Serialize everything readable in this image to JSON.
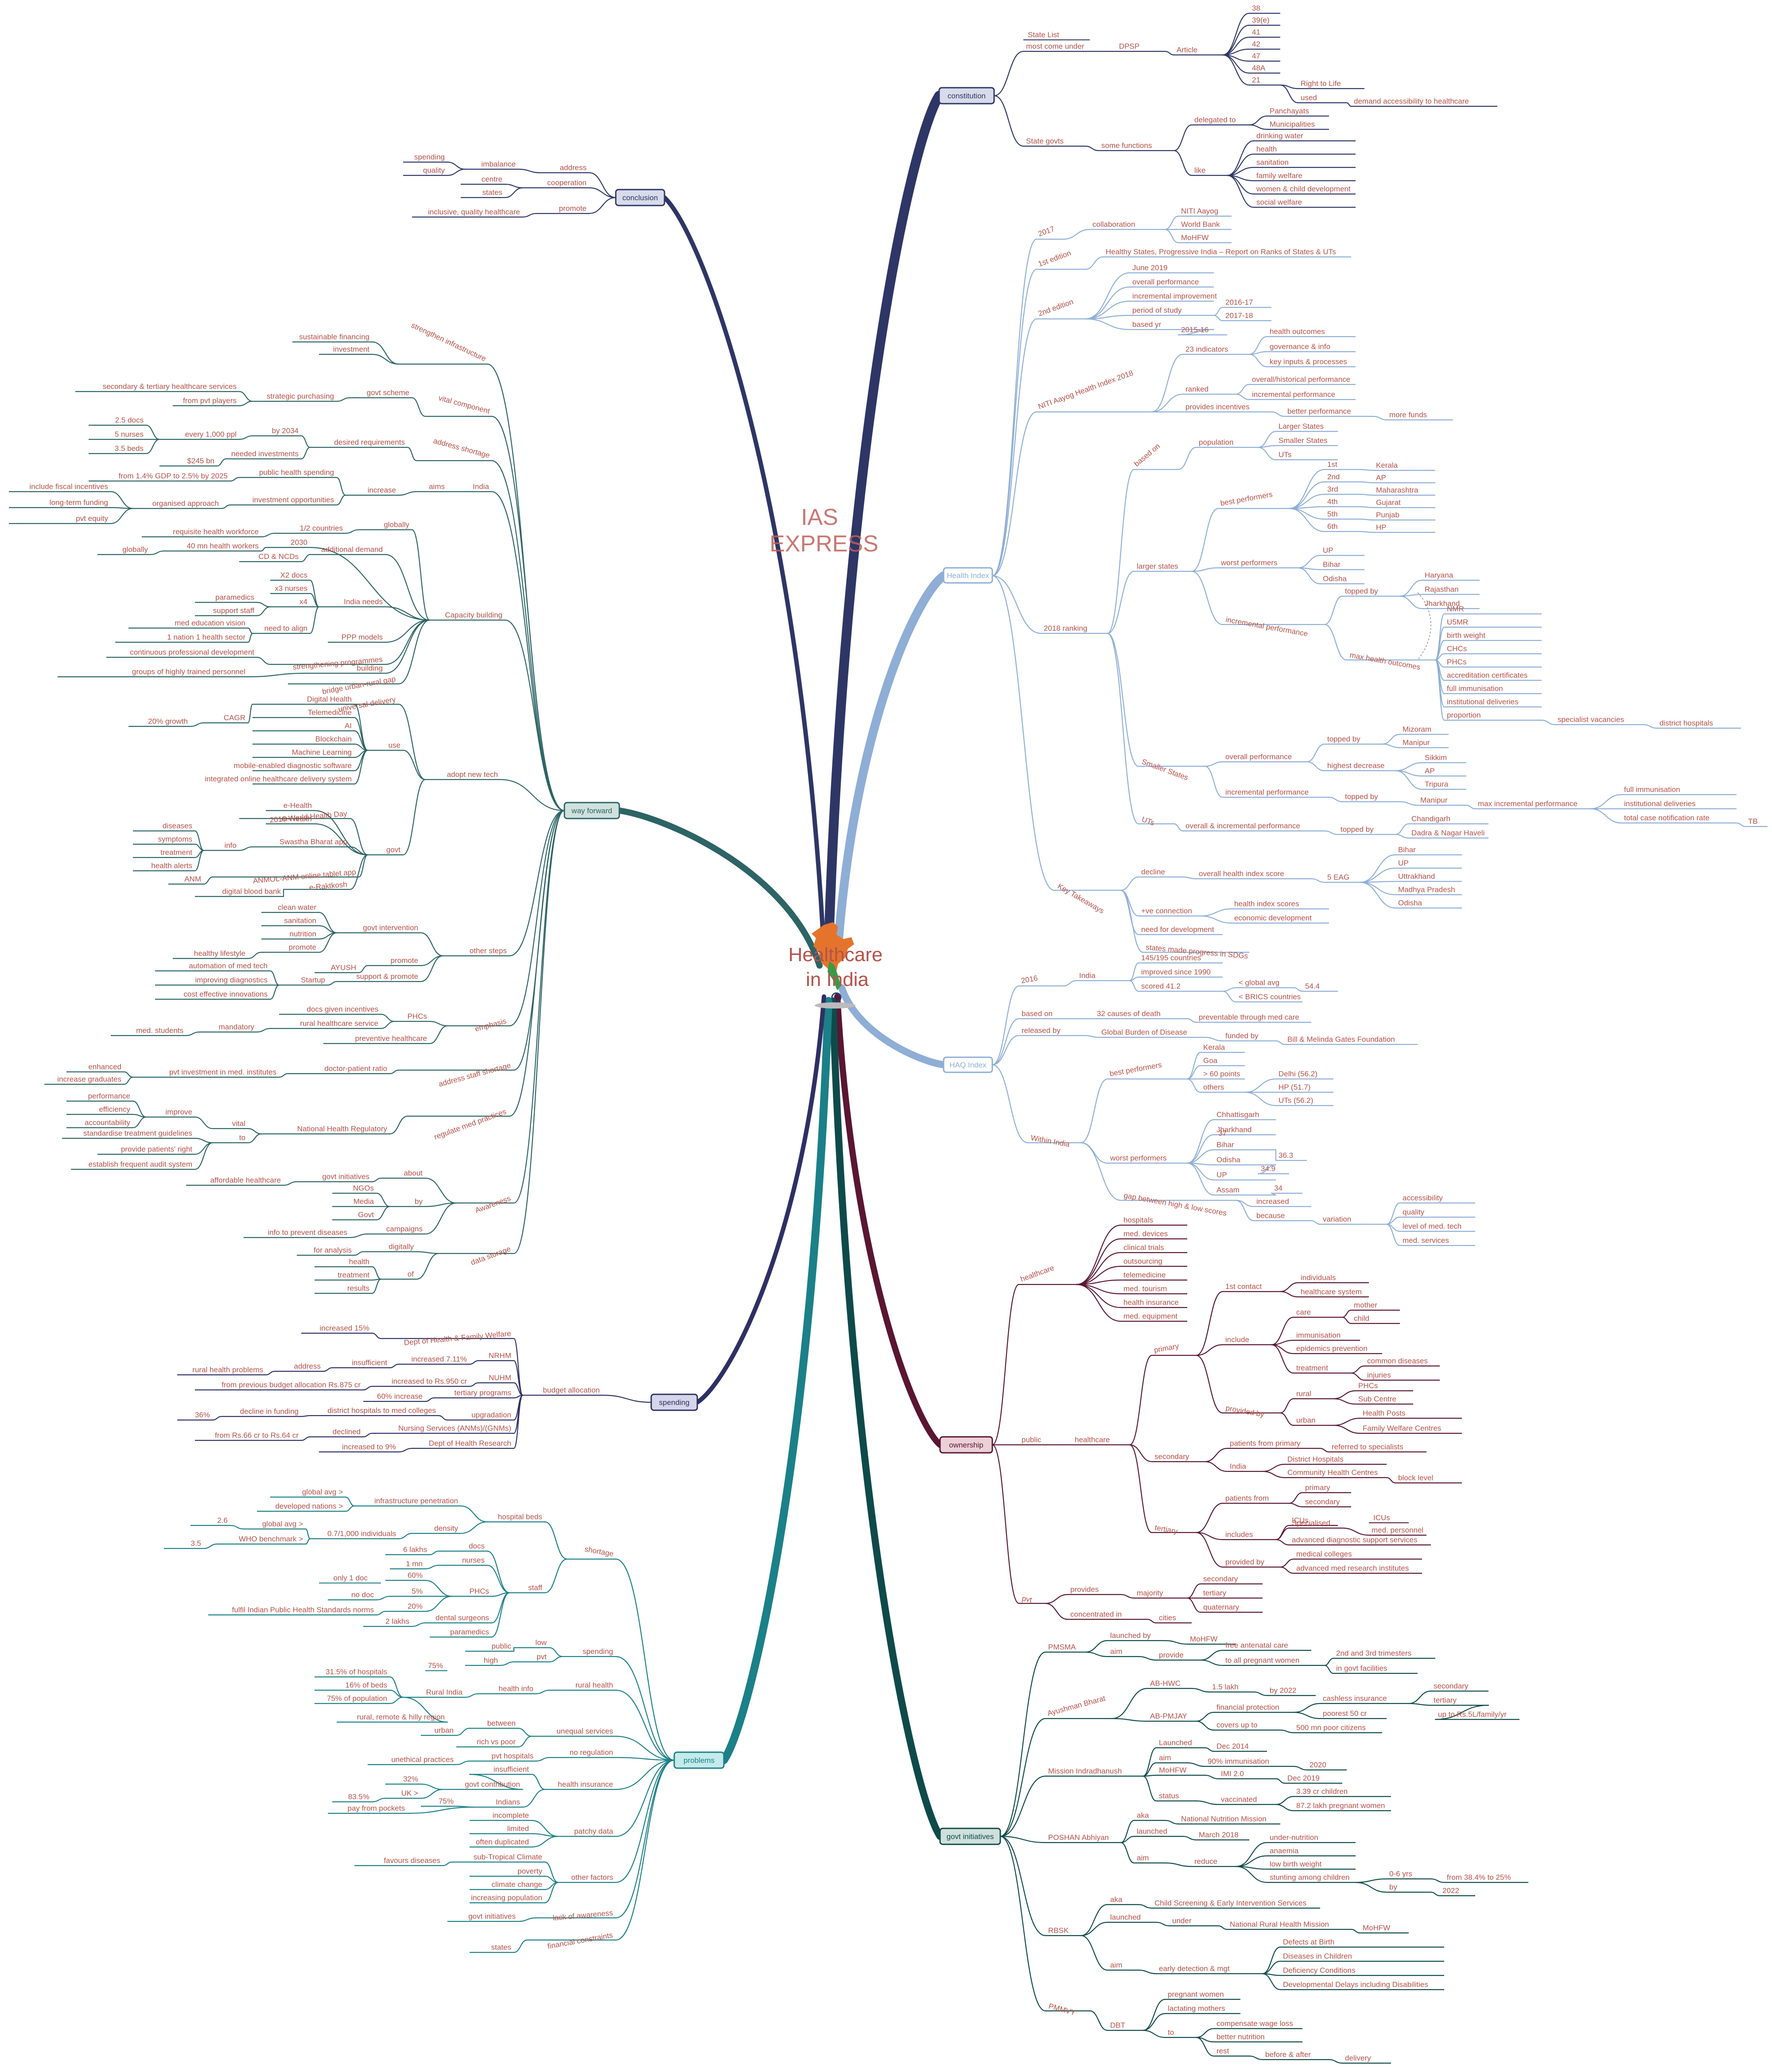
{
  "center": {
    "label_line1": "Healthcare",
    "label_line2": "in India",
    "watermark_line1": "IAS",
    "watermark_line2": "EXPRESS"
  },
  "colors": {
    "constitution": "#2e3666",
    "health_index": "#8eaed6",
    "haq": "#8eaed6",
    "ownership": "#5a1632",
    "govt": "#0f4a4a",
    "problems": "#1b8088",
    "spending": "#2e3064",
    "way": "#2d6465",
    "conclusion": "#2e3666",
    "text": "#b5524a"
  },
  "branches": {
    "constitution": {
      "label": "constitution",
      "state_list": "State List",
      "most_come_under": "most come under",
      "dpsp": "DPSP",
      "article": "Article",
      "articles": [
        "38",
        "39(e)",
        "41",
        "42",
        "47",
        "48A",
        "21"
      ],
      "right_to_life": "Right to Life",
      "used": "used",
      "demand": "demand accessibility to healthcare",
      "state_govts": "State govts",
      "some_functions": "some functions",
      "delegated_to": "delegated to",
      "delegated": [
        "Panchayats",
        "Municipalities"
      ],
      "like": "like",
      "functions": [
        "drinking water",
        "health",
        "sanitation",
        "family welfare",
        "women & child development",
        "social welfare"
      ]
    },
    "health_index": {
      "label": "Health Index",
      "y2017": "2017",
      "collaboration": "collaboration",
      "collab": [
        "NITI Aayog",
        "World Bank",
        "MoHFW"
      ],
      "first_edition": "1st edition",
      "report": "Healthy States, Progressive India – Report on Ranks of States & UTs",
      "second_edition": "2nd edition",
      "second_items": [
        "June 2019",
        "overall performance",
        "incremental improvement",
        "period of study",
        "based yr"
      ],
      "period": [
        "2016-17",
        "2017-18"
      ],
      "based_yr": "2015-16",
      "niti_index": "NITI Aayog Health Index 2018",
      "indicators": "23 indicators",
      "indicator_items": [
        "health outcomes",
        "governance & info",
        "key inputs & processes"
      ],
      "ranked": "ranked",
      "ranked_items": [
        "overall/historical performance",
        "incremental performance"
      ],
      "provides_incentives": "provides incentives",
      "better_performance": "better performance",
      "more_funds": "more funds",
      "ranking_2018": "2018 ranking",
      "based_on": "based on",
      "population": "population",
      "pop_items": [
        "Larger States",
        "Smaller States",
        "UTs"
      ],
      "larger_states": "larger states",
      "best_performers": "best performers",
      "ranks": [
        "1st",
        "2nd",
        "3rd",
        "4th",
        "5th",
        "6th"
      ],
      "rank_states": [
        "Kerala",
        "AP",
        "Maharashtra",
        "Gujarat",
        "Punjab",
        "HP"
      ],
      "worst_performers": "worst performers",
      "worst": [
        "UP",
        "Bihar",
        "Odisha"
      ],
      "incremental_performance": "incremental performance",
      "topped_by": "topped by",
      "topped": [
        "Haryana",
        "Rajasthan",
        "Jharkhand"
      ],
      "max_health_outcomes": "max health outcomes",
      "outcomes": [
        "NMR",
        "U5MR",
        "birth weight",
        "CHCs",
        "PHCs",
        "accreditation certificates",
        "full immunisation",
        "institutional deliveries",
        "proportion"
      ],
      "specialist": "specialist vacancies",
      "district_hospitals": "district hospitals",
      "smaller_states": "Smaller States",
      "overall_perf": "overall performance",
      "small_topped": [
        "Mizoram",
        "Manipur"
      ],
      "highest_decrease": "highest decrease",
      "decrease": [
        "Sikkim",
        "AP",
        "Tripura"
      ],
      "incr_perf": "incremental performance",
      "manipur": "Manipur",
      "max_incr": "max incremental performance",
      "max_incr_items": [
        "full immunisation",
        "institutional deliveries",
        "total case notification rate"
      ],
      "tb": "TB",
      "uts": "UTs",
      "ut_perf": "overall & incremental performance",
      "ut_topped": [
        "Chandigarh",
        "Dadra & Nagar Haveli"
      ],
      "key_takeaways": "Key Takeaways",
      "decline": "decline",
      "overall_index": "overall health index score",
      "eag": "5 EAG",
      "eag_states": [
        "Bihar",
        "UP",
        "Uttrakhand",
        "Madhya Pradesh",
        "Odisha"
      ],
      "positive": "+ve connection",
      "health_scores": "health index scores",
      "economic": "economic development",
      "need_dev": "need for development",
      "sdg": "states made progress in SDGs"
    },
    "haq": {
      "label": "HAQ Index",
      "y2016": "2016",
      "india": "India",
      "india_items": [
        "145/195 countries",
        "improved since 1990",
        "scored 41.2"
      ],
      "global_avg": "< global avg",
      "v544": "54.4",
      "brics": "< BRICS countries",
      "based_on": "based on",
      "causes": "32 causes of death",
      "preventable": "preventable through med care",
      "released_by": "released by",
      "gbd": "Global Burden of Disease",
      "funded_by": "funded by",
      "gates": "Bill & Melinda Gates Foundation",
      "within": "Within India",
      "best": "best performers",
      "best_items": [
        "Kerala",
        "Goa",
        "> 60 points",
        "others"
      ],
      "others_items": [
        "Delhi (56.2)",
        "HP (51.7)",
        "UTs (56.2)"
      ],
      "worst": "worst performers",
      "worst_states": [
        "Chhattisgarh",
        "Jharkhand",
        "Bihar",
        "Odisha",
        "UP",
        "Assam"
      ],
      "worst_scores": [
        "37",
        "36.3",
        "34.9",
        "34"
      ],
      "gap": "gap between high & low scores",
      "increased": "increased",
      "because": "because",
      "variation": "variation",
      "variation_items": [
        "accessibility",
        "quality",
        "level of med. tech",
        "med. services"
      ]
    },
    "ownership": {
      "label": "ownership",
      "healthcare": "healthcare",
      "hc_items": [
        "hospitals",
        "med. devices",
        "clinical trials",
        "outsourcing",
        "telemedicine",
        "med. tourism",
        "health insurance",
        "med. equipment"
      ],
      "public": "public",
      "public_hc": "healthcare",
      "primary": "primary",
      "first_contact": "1st contact",
      "contact_items": [
        "individuals",
        "healthcare system"
      ],
      "include": "include",
      "care": "care",
      "care_items": [
        "mother",
        "child"
      ],
      "immunisation": "immunisation",
      "epidemics": "epidemics prevention",
      "treatment": "treatment",
      "treatment_items": [
        "common diseases",
        "injuries"
      ],
      "provided_by": "provided by",
      "rural": "rural",
      "rural_items": [
        "PHCs",
        "Sub Centre"
      ],
      "urban": "urban",
      "urban_items": [
        "Health Posts",
        "Family Welfare Centres"
      ],
      "secondary": "secondary",
      "patients_primary": "patients from primary",
      "referred": "referred to specialists",
      "india": "India",
      "india_items": [
        "District Hospitals",
        "Community Health Centres"
      ],
      "block_level": "block level",
      "tertiary": "tertiary",
      "patients_from": "patients from",
      "pf_items": [
        "primary",
        "secondary"
      ],
      "includes": "includes",
      "icus": "ICUs",
      "specialised": "Specialised",
      "med_personnel": "med. personnel",
      "advanced_diag": "advanced diagnostic support services",
      "t_provided": "provided by",
      "t_provided_items": [
        "medical colleges",
        "advanced med research institutes"
      ],
      "pvt": "pvt",
      "provides": "provides",
      "majority": "majority",
      "majority_items": [
        "secondary",
        "tertiary",
        "quaternary"
      ],
      "concentrated": "concentrated in",
      "cities": "cities"
    },
    "govt": {
      "label": "govt initiatives",
      "pmsma": "PMSMA",
      "launched_by": "launched by",
      "mohfw": "MoHFW",
      "aim": "aim",
      "provide": "provide",
      "free": "free antenatal care",
      "to_all": "to all pregnant women",
      "trimesters": "2nd and 3rd trimesters",
      "in_govt": "in govt facilities",
      "ayushman": "Ayushman Bharat",
      "abhwc": "AB-HWC",
      "lakh": "1.5 lakh",
      "by2022": "by 2022",
      "abpmjay": "AB-PMJAY",
      "financial": "financial protection",
      "covers": "covers up to",
      "cashless": "cashless insurance",
      "cashless_items": [
        "secondary",
        "tertiary"
      ],
      "poorest": "poorest 50 cr",
      "upto5l": "up to Rs.5L/family/yr",
      "crore500": "500 mn poor citizens",
      "mission": "Mission Indradhanush",
      "launched": "Launched",
      "dec2014": "Dec 2014",
      "m_aim": "aim",
      "imm90": "90% immunisation",
      "y2020": "2020",
      "m_mohfw": "MoHFW",
      "imi": "IMI 2.0",
      "dec2019": "Dec 2019",
      "status": "status",
      "vaccinated": "vaccinated",
      "children": "3.39 cr children",
      "women": "87.2 lakh pregnant women",
      "poshan": "POSHAN Abhiyan",
      "aka": "aka",
      "nnm": "National Nutrition Mission",
      "p_launched": "launched",
      "march2018": "March 2018",
      "p_aim": "aim",
      "reduce": "reduce",
      "reduce_items": [
        "under-nutrition",
        "anaemia",
        "low birth weight",
        "stunting among children"
      ],
      "age": "0-6 yrs",
      "from38": "from 38.4% to 25%",
      "by": "by",
      "y2022": "2022",
      "rbsk": "RBSK",
      "r_aka": "aka",
      "csei": "Child Screening & Early Intervention Services",
      "r_launched": "launched",
      "under": "under",
      "nrhm": "National Rural Health Mission",
      "r_mohfw": "MoHFW",
      "r_aim": "aim",
      "early": "early detection & mgt",
      "early_items": [
        "Defects at Birth",
        "Diseases in Children",
        "Deficiency Conditions",
        "Developmental Delays including Disabilities"
      ],
      "pmmvy": "PMMVY",
      "dbt": "DBT",
      "dbt_items": [
        "pregnant women",
        "lactating mothers"
      ],
      "to": "to",
      "to_items": [
        "compensate wage loss",
        "better nutrition"
      ],
      "rest": "rest",
      "before_after": "before & after",
      "delivery": "delivery"
    },
    "problems": {
      "label": "problems",
      "shortage": "shortage",
      "hospital_beds": "hospital beds",
      "infra": "infrastructure penetration",
      "global1": "global avg >",
      "developed": "developed nations >",
      "density": "density",
      "v26": "2.6",
      "global2": "global avg >",
      "per1000": "0.7/1,000 individuals",
      "v35": "3.5",
      "who": "WHO benchmark >",
      "staff": "staff",
      "lakhs6": "6 lakhs",
      "docs": "docs",
      "mn1": "1 mn",
      "nurses": "nurses",
      "p60": "60%",
      "only1": "only 1 doc",
      "phcs": "PHCs",
      "nodoc": "no doc",
      "p5": "5%",
      "p20": "20%",
      "ipsn": "fulfil Indian Public Health Standards norms",
      "dental": "dental surgeons",
      "lakhs2": "2 lakhs",
      "paramedics": "paramedics",
      "spending": "spending",
      "low": "low",
      "public": "public",
      "p75": "75%",
      "high": "high",
      "pvt": "pvt",
      "rural_health": "rural health",
      "health_info": "health info",
      "rural_india": "Rural India",
      "rural_items": [
        "31.5% of hospitals",
        "16% of beds",
        "75% of population"
      ],
      "remote": "rural, remote & hilly region",
      "unequal": "unequal services",
      "between": "between",
      "urban": "urban",
      "rich": "rich vs poor",
      "no_reg": "no regulation",
      "pvt_hosp": "pvt hospitals",
      "unethical": "unethical practices",
      "insurance": "health insurance",
      "insufficient": "insufficient",
      "p32": "32%",
      "govt_contrib": "govt contribution",
      "p835": "83.5%",
      "uk": "UK >",
      "indians": "Indians",
      "p75b": "75%",
      "pockets": "pay from pockets",
      "patchy": "patchy data",
      "patchy_items": [
        "incomplete",
        "limited",
        "often duplicated"
      ],
      "other": "other factors",
      "favours": "favours diseases",
      "climate": "sub-Tropical Climate",
      "other_items": [
        "poverty",
        "climate change",
        "increasing population"
      ],
      "lack": "lack of awareness",
      "govt_init": "govt initiatives",
      "financial": "financial constraints",
      "states": "states"
    },
    "spending": {
      "label": "spending",
      "budget": "budget allocation",
      "inc15": "increased 15%",
      "dhfw": "Dept of Health & Family Welfare",
      "rural": "rural health problems",
      "address": "address",
      "insufficient": "insufficient",
      "inc711": "increased 7.11%",
      "nrhm": "NRHM",
      "previous": "from previous budget allocation Rs.875 cr",
      "rs950": "increased to Rs.950 cr",
      "nuhm": "NUHM",
      "inc60": "60% increase",
      "tertiary": "tertiary programs",
      "p36": "36%",
      "decline": "decline in funding",
      "district": "district hospitals to med colleges",
      "upgradation": "upgradation",
      "rs66": "from Rs.66 cr to Rs.64 cr",
      "declined": "declined",
      "nursing": "Nursing Services (ANMs)/(GNMs)",
      "inc9": "increased to 9%",
      "dhr": "Dept of Health Research"
    },
    "way": {
      "label": "way forward",
      "strengthen": "strengthen infrastructure",
      "sustainable": "sustainable financing",
      "investment": "investment",
      "vital": "vital component",
      "govt_scheme": "govt scheme",
      "strategic": "strategic purchasing",
      "secondary": "secondary & tertiary healthcare services",
      "frompvt": "from pvt players",
      "address_shortage": "address shortage",
      "desired": "desired requirements",
      "by2034": "by 2034",
      "every1000": "every 1,000 ppl",
      "every_items": [
        "2.5 docs",
        "5 nurses",
        "3.5 beds"
      ],
      "needed": "needed investments",
      "bn245": "$245 bn",
      "india": "India",
      "aims": "aims",
      "increase": "increase",
      "public_spending": "public health spending",
      "gdp": "from 1.4% GDP to 2.5% by 2025",
      "opportunities": "investment opportunities",
      "organised": "organised approach",
      "org_items": [
        "include fiscal incentives",
        "long-term funding",
        "pvt equity"
      ],
      "capacity": "Capacity building",
      "globally": "globally",
      "half": "1/2 countries",
      "requisite": "requisite health workforce",
      "g2": "globally",
      "mn40": "40 mn health workers",
      "y2030": "2030",
      "additional": "additional demand",
      "cd": "CD & NCDs",
      "india_needs": "India needs",
      "needs_items": [
        "X2 docs",
        "x3 nurses",
        "x4"
      ],
      "paramedics": "paramedics",
      "support": "support staff",
      "need_align": "need to align",
      "med_edu": "med education vision",
      "one_nation": "1 nation 1 health sector",
      "ppp": "PPP models",
      "strengthening": "strengthening programmes",
      "continuous": "continuous professional development",
      "building": "building",
      "groups": "groups of highly trained personnel",
      "bridge": "bridge urban-rural gap",
      "adopt": "adopt new tech",
      "universal": "universal delivery",
      "use": "use",
      "use_items": [
        "Digital Health",
        "Telemedicine",
        "AI",
        "Blockchain",
        "Machine Learning",
        "mobile-enabled diagnostic software",
        "integrated online healthcare delivery system"
      ],
      "cagr": "CAGR",
      "growth": "20% growth",
      "govt": "govt",
      "ehealth": "e-Health",
      "mhealth": "m-Health",
      "wh_day": "2016 World Health Day",
      "swastha": "Swastha Bharat app",
      "info": "info",
      "info_items": [
        "diseases",
        "symptoms",
        "treatment",
        "health alerts"
      ],
      "anmol": "ANMOL-ANM online tablet app",
      "anm": "ANM",
      "raktkosh": "e-Raktkosh",
      "blood_bank": "digital blood bank",
      "other_steps": "other steps",
      "govt_intervention": "govt intervention",
      "gi_items": [
        "clean water",
        "sanitation",
        "nutrition",
        "promote"
      ],
      "lifestyle": "healthy lifestyle",
      "promote": "promote",
      "ayush": "AYUSH",
      "startup": "Startup",
      "support_promote": "support & promote",
      "startup_items": [
        "automation of med tech",
        "improving diagnostics",
        "cost effective innovations"
      ],
      "emphasis": "emphasis",
      "docs_incentives": "docs given incentives",
      "phcs": "PHCs",
      "mandatory": "mandatory",
      "rural_service": "rural healthcare service",
      "med_students": "med. students",
      "preventive": "preventive healthcare",
      "staff_shortage": "address staff shortage",
      "ratio": "doctor-patient ratio",
      "pvt_inv": "pvt investment in med. institutes",
      "enhanced": "enhanced",
      "graduates": "increase graduates",
      "regulate": "regulate med practices",
      "nhr": "National Health Regulatory",
      "vital2": "vital",
      "to": "to",
      "improve": "improve",
      "improve_items": [
        "performance",
        "efficiency",
        "accountability"
      ],
      "guidelines": "standardise treatment guidelines",
      "rights": "provide patients' right",
      "audit": "establish frequent audit system",
      "awareness": "Awareness",
      "govt_init": "govt initiatives",
      "about": "about",
      "affordable": "affordable healthcare",
      "by": "by",
      "by_items": [
        "NGOs",
        "Media",
        "Govt"
      ],
      "campaigns": "campaigns",
      "prevent": "info to prevent diseases",
      "data_storage": "data storage",
      "digitally": "digitally",
      "analysis": "for analysis",
      "of": "of",
      "of_items": [
        "health",
        "treatment",
        "results"
      ]
    },
    "conclusion": {
      "label": "conclusion",
      "address": "address",
      "imbalance": "imbalance",
      "imb_items": [
        "spending",
        "quality"
      ],
      "cooperation": "cooperation",
      "coop_items": [
        "centre",
        "states"
      ],
      "promote": "promote",
      "inclusive": "inclusive, quality healthcare"
    }
  }
}
